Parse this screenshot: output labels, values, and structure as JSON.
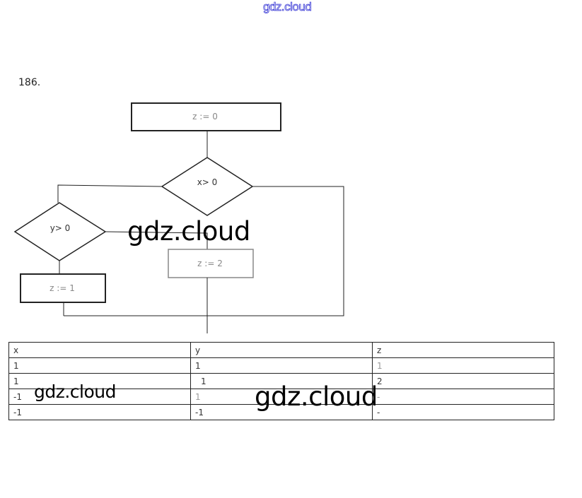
{
  "header": {
    "site_link": "gdz.cloud"
  },
  "problem": {
    "number": "186."
  },
  "flowchart": {
    "nodes": {
      "init": "z := 0",
      "cond_x": "x> 0",
      "cond_y": "y> 0",
      "assign_1": "z := 1",
      "assign_2": "z := 2"
    }
  },
  "watermarks": [
    "gdz.cloud",
    "gdz.cloud",
    "gdz.cloud"
  ],
  "table": {
    "headers": [
      "x",
      "y",
      "z"
    ],
    "rows": [
      [
        "1",
        "1",
        "1"
      ],
      [
        "1",
        "1",
        "2"
      ],
      [
        "-1",
        "1",
        "-"
      ],
      [
        "-1",
        "-1",
        "-"
      ]
    ]
  }
}
